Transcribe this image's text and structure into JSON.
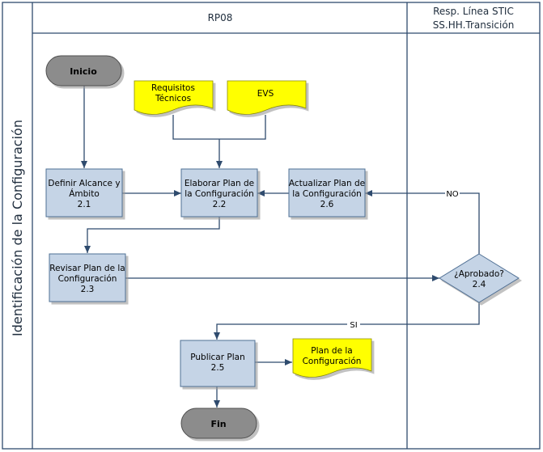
{
  "swimlane": {
    "label": "Identificación de la Configuración",
    "lanes": [
      {
        "title": "RP08"
      },
      {
        "title_line1": "Resp. Línea STIC",
        "title_line2": "SS.HH.Transición"
      }
    ]
  },
  "nodes": {
    "start": {
      "label": "Inicio"
    },
    "req_doc": {
      "line1": "Requisitos",
      "line2": "Técnicos"
    },
    "evs_doc": {
      "label": "EVS"
    },
    "p21": {
      "line1": "Definir Alcance y",
      "line2": "Ámbito",
      "num": "2.1"
    },
    "p22": {
      "line1": "Elaborar Plan de",
      "line2": "la Configuración",
      "num": "2.2"
    },
    "p26": {
      "line1": "Actualizar Plan de",
      "line2": "la Configuración",
      "num": "2.6"
    },
    "p23": {
      "line1": "Revisar Plan de la",
      "line2": "Configuración",
      "num": "2.3"
    },
    "d24": {
      "line1": "¿Aprobado?",
      "num": "2.4"
    },
    "p25": {
      "line1": "Publicar Plan",
      "num": "2.5"
    },
    "plan_doc": {
      "line1": "Plan de la",
      "line2": "Configuración"
    },
    "end": {
      "label": "Fin"
    }
  },
  "edges": {
    "no_label": "NO",
    "si_label": "SI"
  },
  "colors": {
    "process_fill": "#c5d4e6",
    "process_border": "#4f6f94",
    "terminal_fill": "#8c8c8c",
    "document_fill": "#ffff00",
    "lane_border": "#2f4b6e",
    "edge": "#2f4b6e"
  }
}
